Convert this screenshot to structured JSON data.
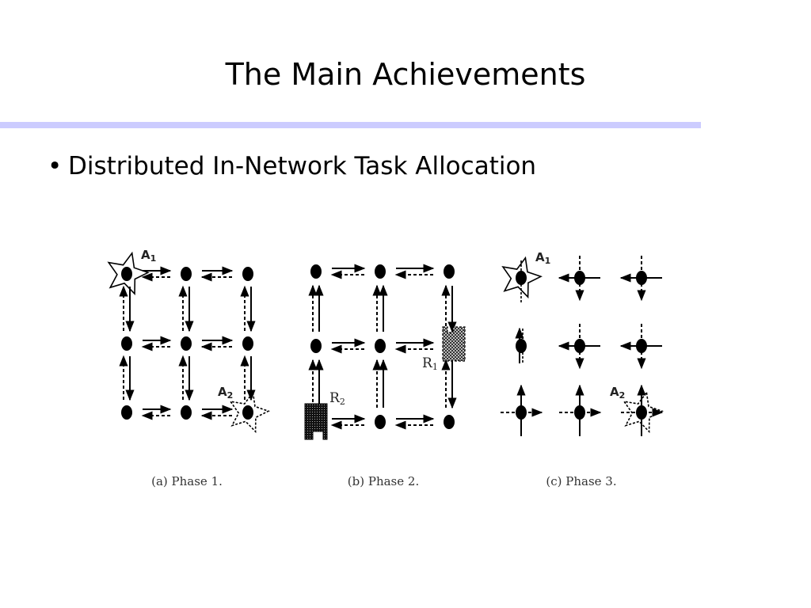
{
  "slide": {
    "title": "The Main Achievements",
    "bullet_marker": "•",
    "bullet_text": "Distributed In-Network Task Allocation"
  },
  "figure": {
    "panels": [
      {
        "caption": "(a) Phase 1.",
        "agents": [
          {
            "letter": "A",
            "index": "1"
          },
          {
            "letter": "A",
            "index": "2"
          }
        ]
      },
      {
        "caption": "(b) Phase 2.",
        "regions": [
          {
            "letter": "R",
            "index": "1"
          },
          {
            "letter": "R",
            "index": "2"
          }
        ]
      },
      {
        "caption": "(c) Phase 3.",
        "agents": [
          {
            "letter": "A",
            "index": "1"
          },
          {
            "letter": "A",
            "index": "2"
          }
        ]
      }
    ]
  },
  "colors": {
    "rule": "#ccccff",
    "ink": "#000000"
  }
}
